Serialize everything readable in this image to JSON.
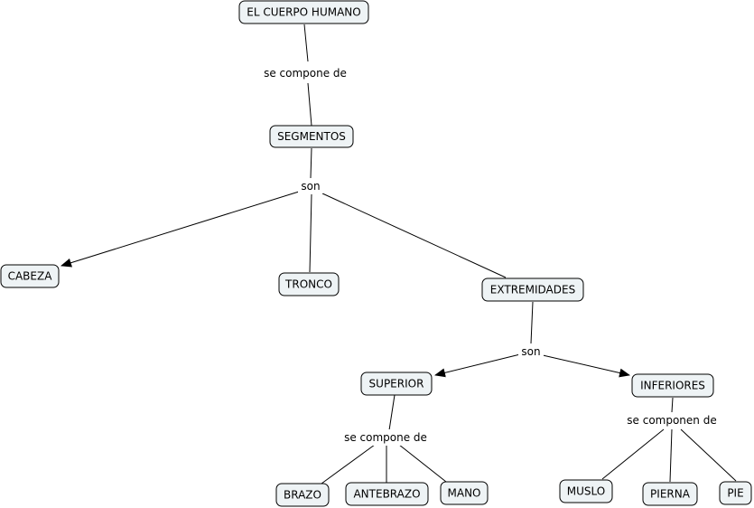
{
  "concept_map": {
    "concepts": {
      "root": "EL CUERPO HUMANO",
      "segmentos": "SEGMENTOS",
      "cabeza": "CABEZA",
      "tronco": "TRONCO",
      "extremidades": "EXTREMIDADES",
      "superior": "SUPERIOR",
      "inferiores": "INFERIORES",
      "brazo": "BRAZO",
      "antebrazo": "ANTEBRAZO",
      "mano": "MANO",
      "muslo": "MUSLO",
      "pierna": "PIERNA",
      "pie": "PIE"
    },
    "linking_phrases": {
      "root_segmentos": "se compone de",
      "segmentos_son": "son",
      "extremidades_son": "son",
      "superior_compone": "se compone de",
      "inferiores_componen": "se componen de"
    },
    "colors": {
      "node_fill": "#eef3f5",
      "line": "#000000"
    }
  }
}
